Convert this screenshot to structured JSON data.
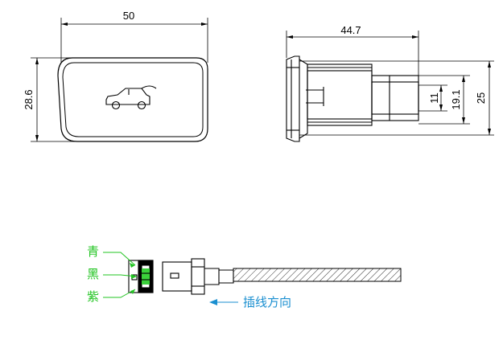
{
  "dimensions": {
    "top_width": "50",
    "top_height": "28.6",
    "side_length": "44.7",
    "side_inner": "11",
    "side_mid": "19.1",
    "side_outer": "25"
  },
  "wire_labels": {
    "cyan": "青",
    "black": "黑",
    "purple": "紫"
  },
  "insert_direction": "插线方向",
  "colors": {
    "label_green": "#22c422",
    "arrow_cyan": "#1a8fd0",
    "line": "#000000"
  }
}
